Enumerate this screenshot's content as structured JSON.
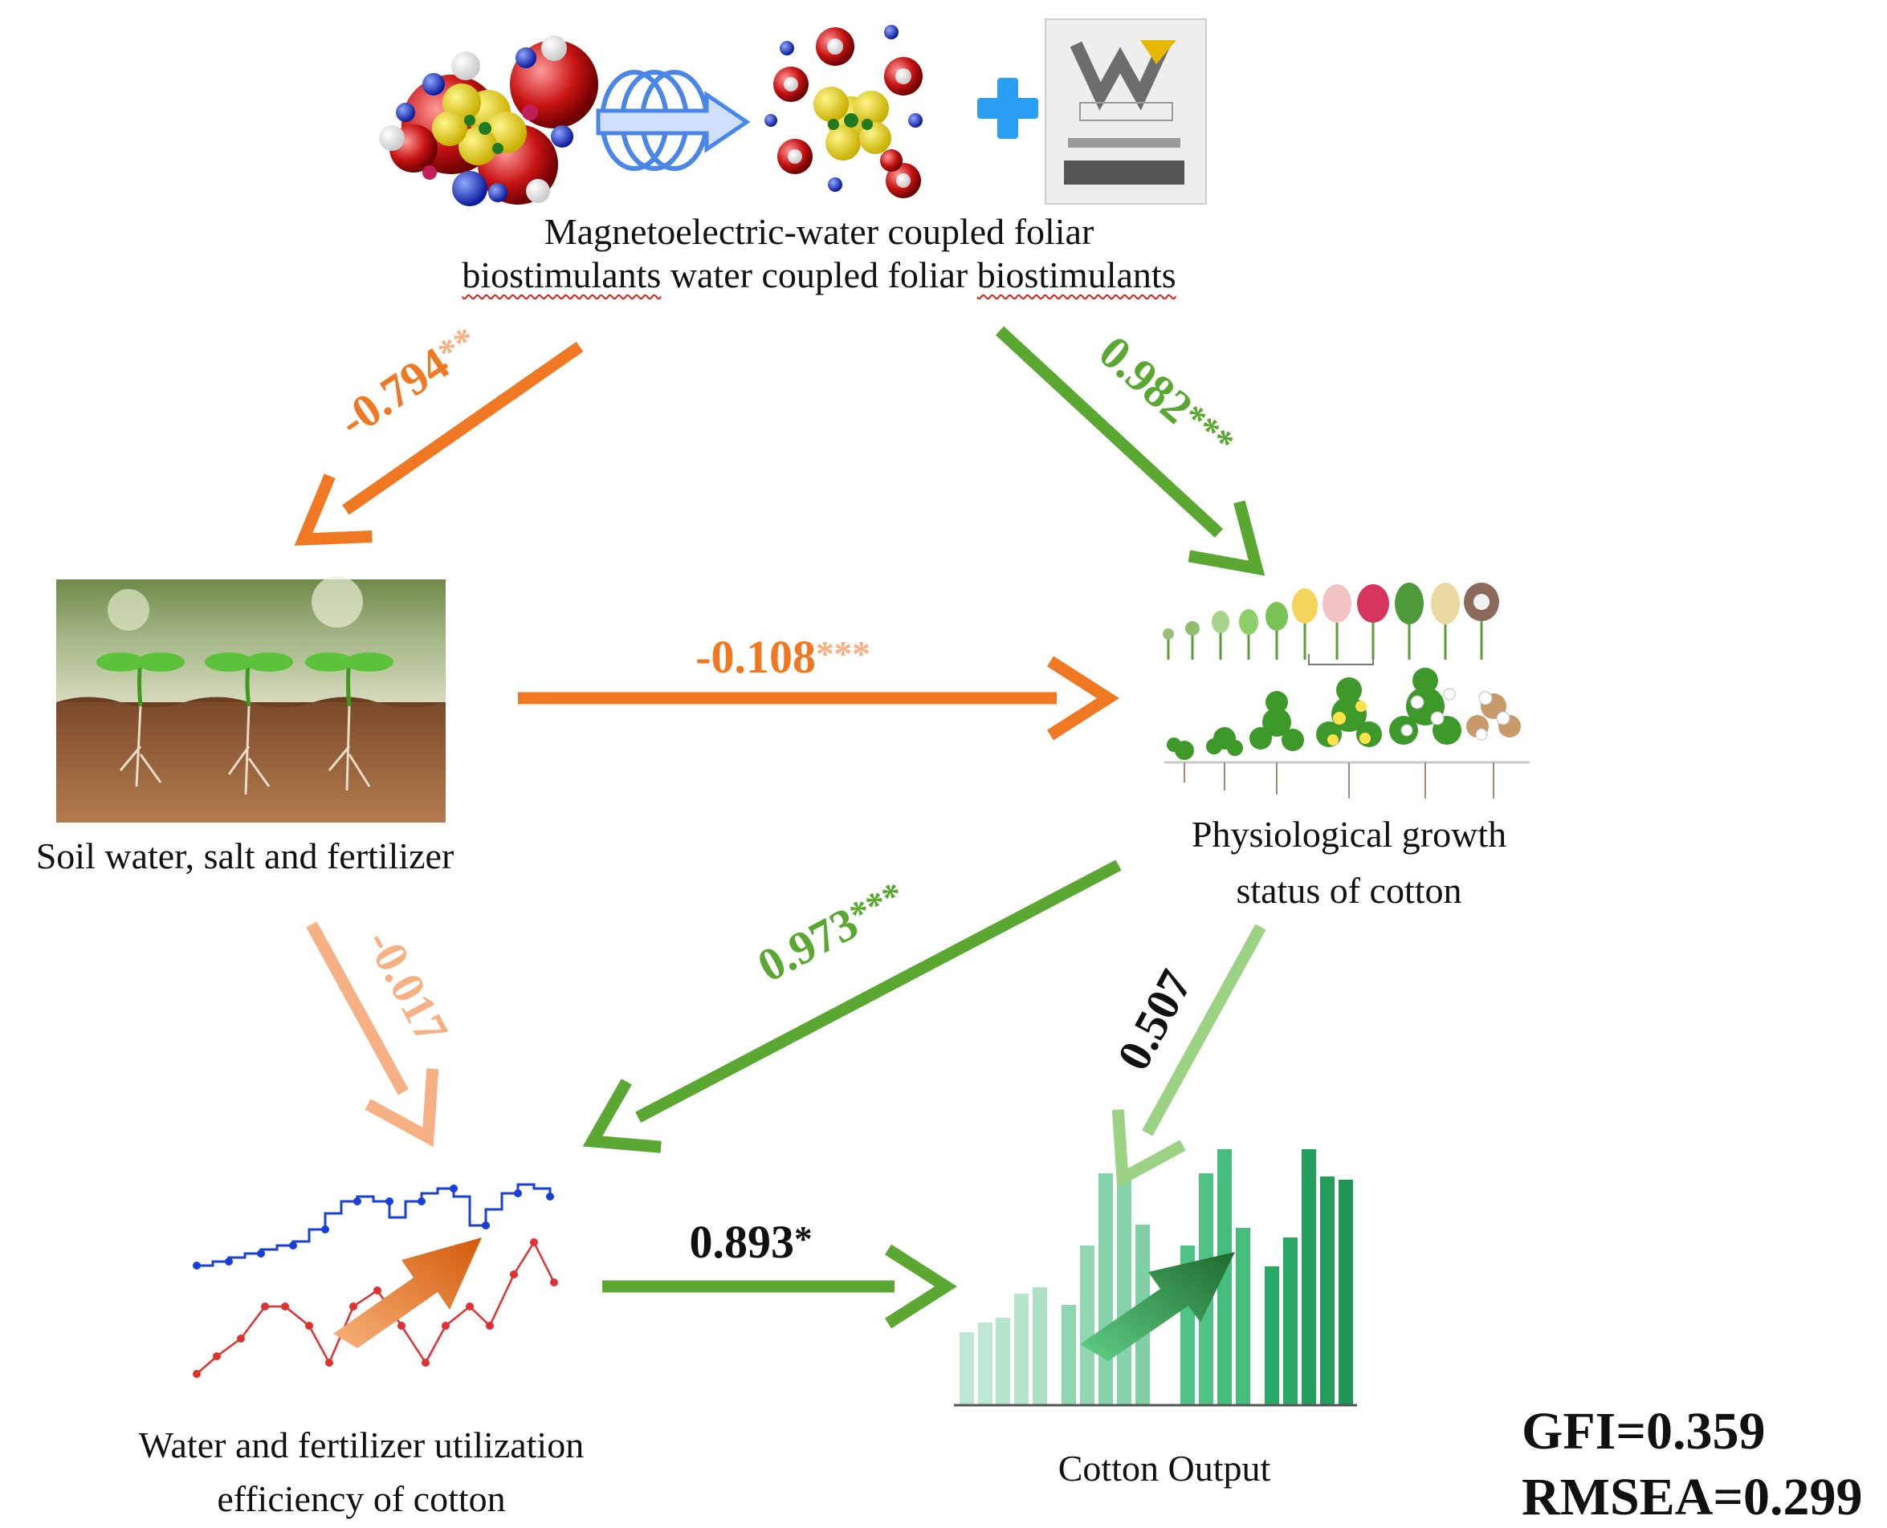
{
  "colors": {
    "negative_strong": "#f07822",
    "negative_weak": "#f7b084",
    "positive_strong": "#5aa732",
    "positive_weak": "#9cd283",
    "label_black": "#111111"
  },
  "nodes": {
    "treatment": {
      "line1": "Magnetoelectric-water coupled foliar",
      "line2_a": "biostimulants",
      "line2_b": " water coupled foliar ",
      "line2_c": "biostimulants"
    },
    "soil": {
      "label": "Soil water, salt and fertilizer"
    },
    "physiology": {
      "line1": "Physiological growth",
      "line2": "status of cotton"
    },
    "efficiency": {
      "line1": "Water and fertilizer utilization",
      "line2": "efficiency of cotton"
    },
    "output": {
      "label": "Cotton Output"
    }
  },
  "paths": [
    {
      "from": "treatment",
      "to": "soil",
      "value": "-0.794",
      "sig": "**"
    },
    {
      "from": "treatment",
      "to": "physiology",
      "value": "0.982",
      "sig": "***"
    },
    {
      "from": "soil",
      "to": "physiology",
      "value": "-0.108",
      "sig": "***"
    },
    {
      "from": "soil",
      "to": "efficiency",
      "value": "-0.017",
      "sig": ""
    },
    {
      "from": "physiology",
      "to": "efficiency",
      "value": "0.973",
      "sig": "***"
    },
    {
      "from": "physiology",
      "to": "output",
      "value": "0.507",
      "sig": ""
    },
    {
      "from": "efficiency",
      "to": "output",
      "value": "0.893",
      "sig": "*"
    }
  ],
  "fit": {
    "gfi": "GFI=0.359",
    "rmsea": "RMSEA=0.299"
  },
  "icons": {
    "treatment": [
      "molecule-cluster-icon",
      "magnetic-coil-arrow-icon",
      "treated-molecule-icon",
      "plus-icon",
      "biostimulant-package-icon"
    ],
    "soil": "seedlings-in-soil-icon",
    "physiology": "cotton-growth-stages-icon",
    "efficiency": "rising-line-chart-icon",
    "output": "rising-bar-chart-icon"
  }
}
